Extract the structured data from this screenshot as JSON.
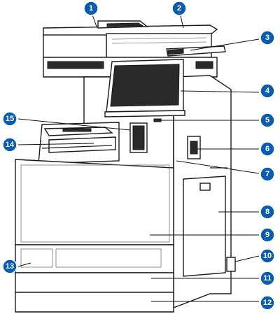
{
  "callouts": [
    {
      "number": "1"
    },
    {
      "number": "2"
    },
    {
      "number": "3"
    },
    {
      "number": "4"
    },
    {
      "number": "5"
    },
    {
      "number": "6"
    },
    {
      "number": "7"
    },
    {
      "number": "8"
    },
    {
      "number": "9"
    },
    {
      "number": "10"
    },
    {
      "number": "11"
    },
    {
      "number": "12"
    },
    {
      "number": "13"
    },
    {
      "number": "14"
    },
    {
      "number": "15"
    }
  ],
  "colors": {
    "callout_fill": "#0a5cb0",
    "callout_text": "#ffffff",
    "outline": "#1a1a1a",
    "screen": "#2a2a2a"
  }
}
